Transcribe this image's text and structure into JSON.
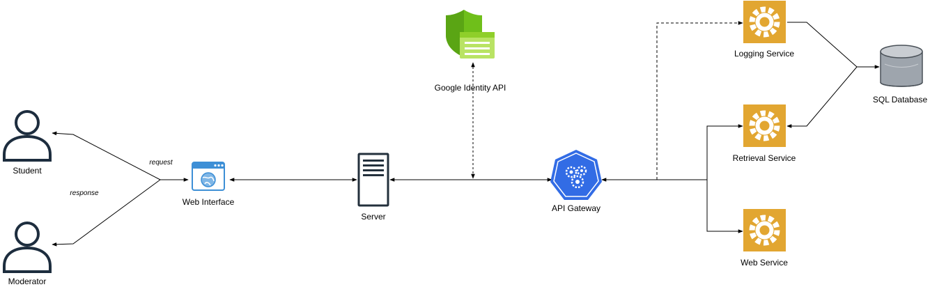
{
  "nodes": {
    "student": {
      "label": "Student",
      "icon": "user-icon"
    },
    "moderator": {
      "label": "Moderator",
      "icon": "user-icon"
    },
    "web_interface": {
      "label": "Web Interface",
      "icon": "browser-window-icon"
    },
    "server": {
      "label": "Server",
      "icon": "server-icon"
    },
    "identity": {
      "label": "Google Identity API",
      "icon": "shield-list-icon"
    },
    "gateway": {
      "label": "API Gateway",
      "icon": "gateway-gears-icon"
    },
    "logging": {
      "label": "Logging Service",
      "icon": "gear-service-icon"
    },
    "retrieval": {
      "label": "Retrieval Service",
      "icon": "gear-service-icon"
    },
    "web_service": {
      "label": "Web Service",
      "icon": "gear-service-icon"
    },
    "database": {
      "label": "SQL Database",
      "icon": "database-icon"
    }
  },
  "edge_labels": {
    "request": "request",
    "response": "response"
  },
  "colors": {
    "line": "#000000",
    "user_stroke": "#1d2d3e",
    "browser_blue": "#3d8fd6",
    "server_stroke": "#23303c",
    "shield_green": "#6fbf1a",
    "gateway_blue": "#326ce5",
    "service_gold": "#e2a631",
    "db_gray": "#9ea5ad"
  }
}
